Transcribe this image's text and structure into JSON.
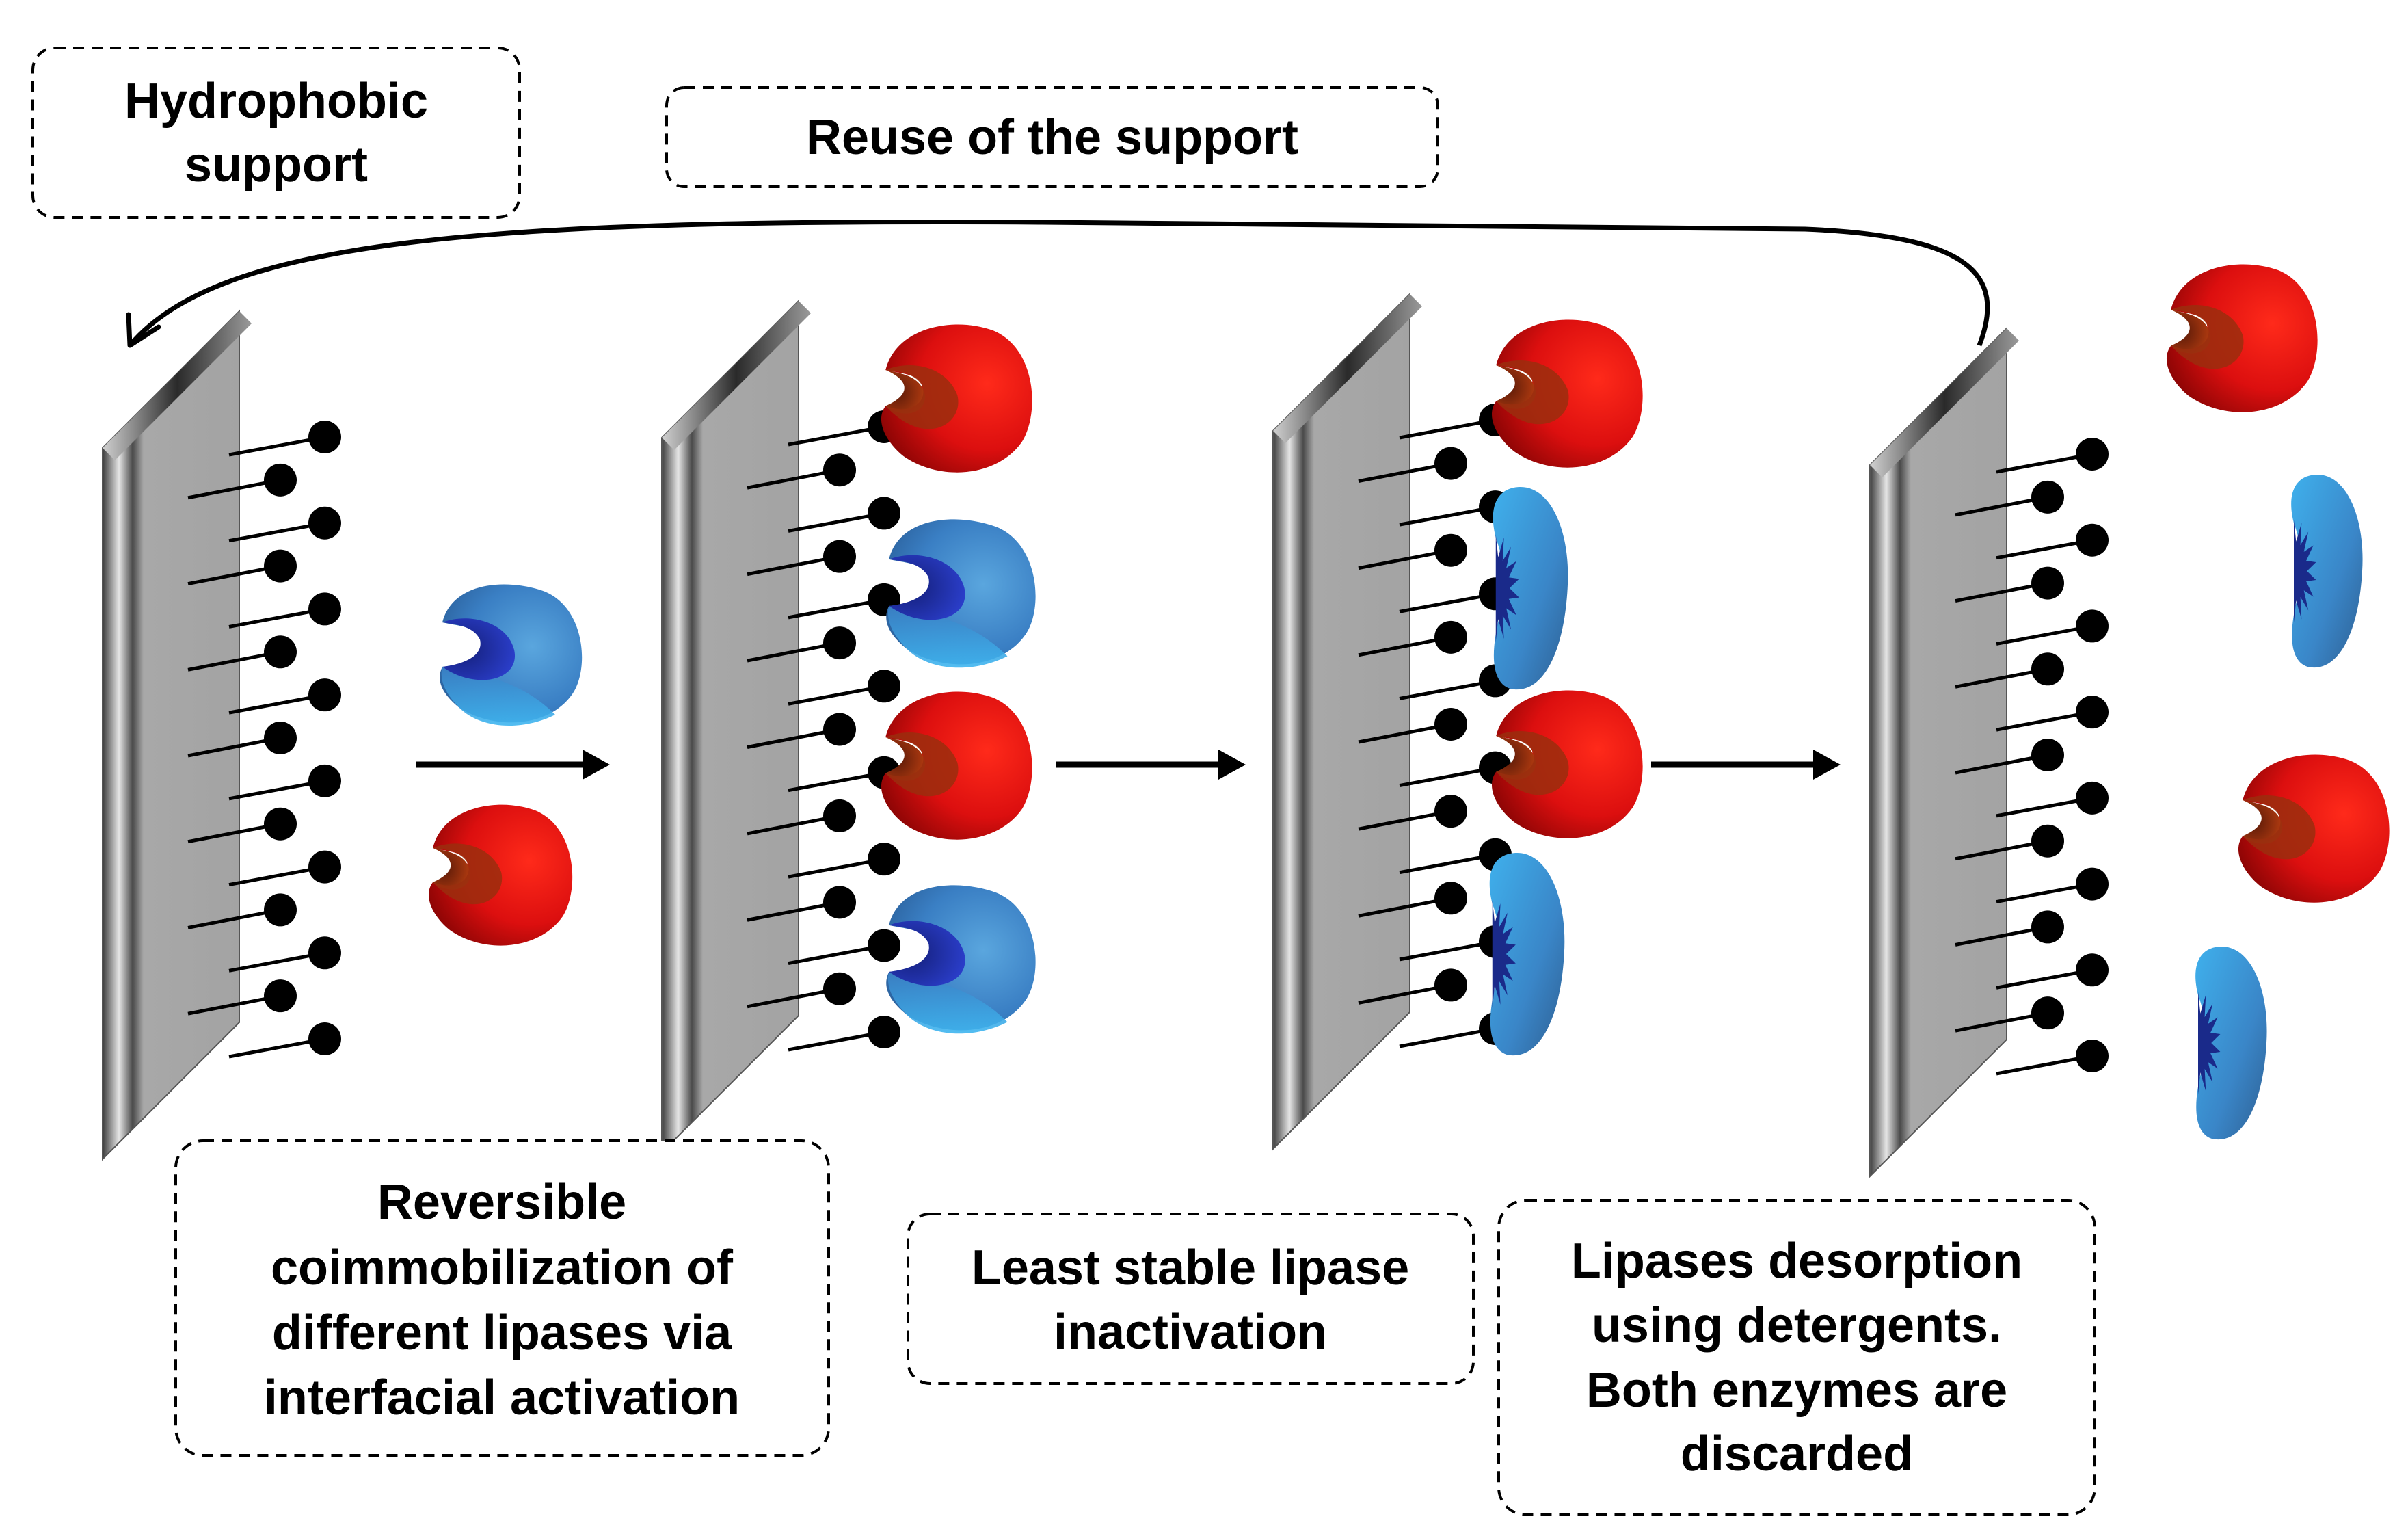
{
  "labels": {
    "hydrophobic_support": [
      "Hydrophobic",
      "support"
    ],
    "reuse_support": "Reuse of the support",
    "reversible_coimmobilization": [
      "Reversible",
      "coimmobilization of",
      "different lipases  via",
      "interfacial activation"
    ],
    "least_stable": [
      "Least stable lipase",
      "inactivation"
    ],
    "desorption": [
      "Lipases desorption",
      "using detergents.",
      "Both enzymes are",
      "discarded"
    ]
  },
  "colors": {
    "support_panel": "#a9a9a9",
    "lipase_red": "#e01010",
    "lipase_blue": "#3a7fc4",
    "ligand": "#000000"
  },
  "stages": [
    {
      "name": "hydrophobic-support",
      "bound_enzymes": [],
      "free_enzymes": [
        "blue-active",
        "red-active"
      ]
    },
    {
      "name": "coimmobilized",
      "bound_enzymes": [
        "red-active",
        "blue-active",
        "red-active",
        "blue-active"
      ],
      "free_enzymes": []
    },
    {
      "name": "blue-inactivated",
      "bound_enzymes": [
        "red-active",
        "blue-inactive",
        "red-active",
        "blue-inactive"
      ],
      "free_enzymes": []
    },
    {
      "name": "desorbed",
      "bound_enzymes": [],
      "free_enzymes": [
        "red-active",
        "blue-inactive",
        "red-active",
        "blue-inactive"
      ]
    }
  ]
}
